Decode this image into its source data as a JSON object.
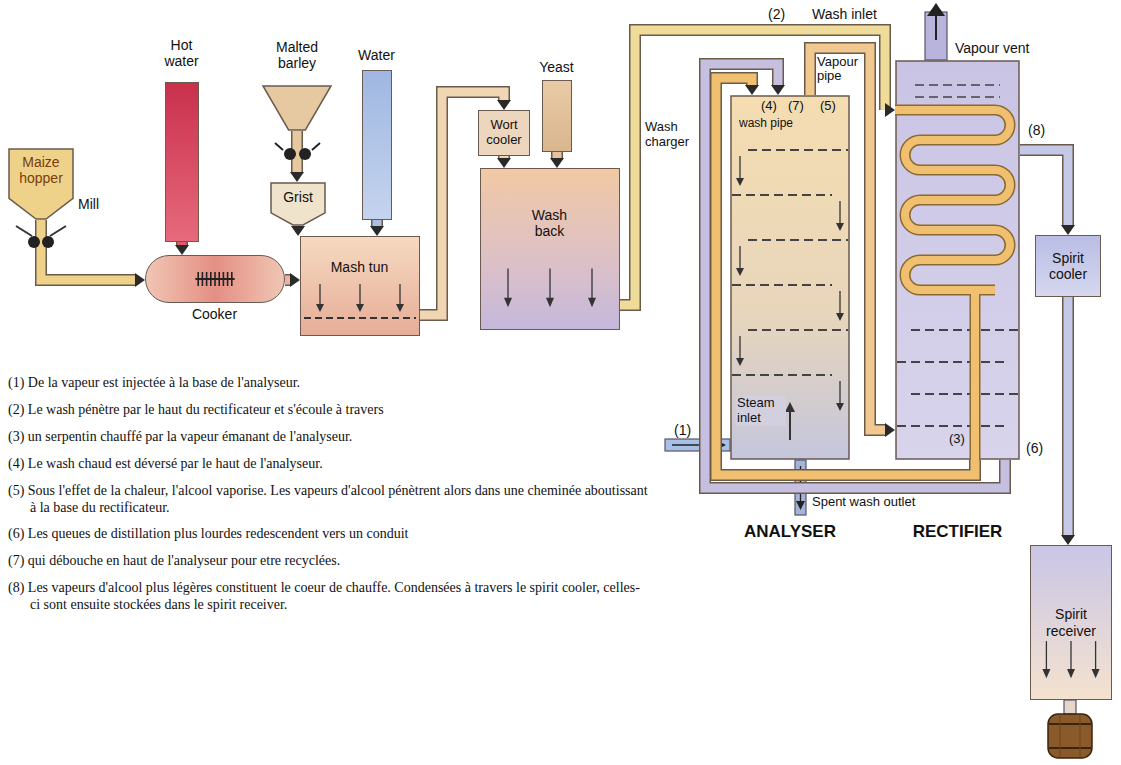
{
  "diagram": {
    "nodes": [
      {
        "text": [
          "Maize hopper"
        ]
      },
      {
        "text": [
          "Hot water"
        ]
      },
      {
        "text": [
          "Malted barley"
        ]
      },
      {
        "text": [
          "Water"
        ]
      },
      {
        "text": [
          "Cooker"
        ]
      },
      {
        "text": [
          "Grist"
        ]
      },
      {
        "text": [
          "Mash tun"
        ]
      },
      {
        "text": [
          "Wort cooler"
        ]
      },
      {
        "text": [
          "Yeast"
        ]
      },
      {
        "text": [
          "Wash back"
        ]
      },
      {
        "text": [
          "ANALYSER"
        ]
      },
      {
        "text": [
          "RECTIFIER"
        ]
      },
      {
        "text": [
          "Spirit cooler"
        ]
      },
      {
        "text": [
          "Spirit receiver"
        ]
      }
    ],
    "edges": [
      {
        "from": 0,
        "to": 4,
        "arrow": "to"
      },
      {
        "from": 1,
        "to": 4,
        "arrow": "to"
      },
      {
        "from": 4,
        "to": 6,
        "arrow": "to"
      },
      {
        "from": 2,
        "to": 5,
        "arrow": "to"
      },
      {
        "from": 5,
        "to": 6,
        "arrow": "to"
      },
      {
        "from": 3,
        "to": 6,
        "arrow": "to"
      },
      {
        "from": 6,
        "to": 7,
        "arrow": "to"
      },
      {
        "from": 7,
        "to": 9,
        "arrow": "to"
      },
      {
        "from": 8,
        "to": 9,
        "arrow": "to"
      },
      {
        "from": 9,
        "to": 11,
        "arrow": "to"
      },
      {
        "from": 11,
        "to": 10,
        "arrow": "to"
      },
      {
        "from": 11,
        "to": 10,
        "arrow": "to"
      },
      {
        "from": 10,
        "to": 11,
        "arrow": "to"
      },
      {
        "from": 11,
        "to": 12,
        "arrow": "to"
      },
      {
        "from": 12,
        "to": 13,
        "arrow": "to"
      }
    ],
    "labels": [
      "Mill",
      "(2)",
      "Wash inlet",
      "Vapour vent",
      "Wash charger",
      "(7)",
      "Vapour pipe",
      "(5)",
      "(4)",
      "wash pipe",
      "(8)",
      "(3)",
      "(6)",
      "(1)",
      "Steam inlet",
      "Spent wash outlet",
      "(1) De la vapeur est injectée à la base de l'analyseur.",
      "(2) Le wash pénètre par le haut du rectificateur et s'écoule à travers",
      "(3) un serpentin chauffé par la vapeur émanant de l'analyseur.",
      "(4) Le wash chaud est déversé par le haut de l'analyseur.",
      "(5) Sous l'effet de la chaleur, l'alcool vaporise. Les vapeurs d'alcool pénètrent alors dans une cheminée aboutissant à la base du rectificateur.",
      "(6) Les queues de distillation plus lourdes redescendent vers un conduit",
      "(7) qui débouche en haut de l'analyseur pour etre recyclées.",
      "(8) Les vapeurs d'alcool plus légères constituent le coeur de chauffe. Condensées à travers le spirit cooler, celles-ci sont ensuite stockées dans le spirit receiver."
    ]
  }
}
